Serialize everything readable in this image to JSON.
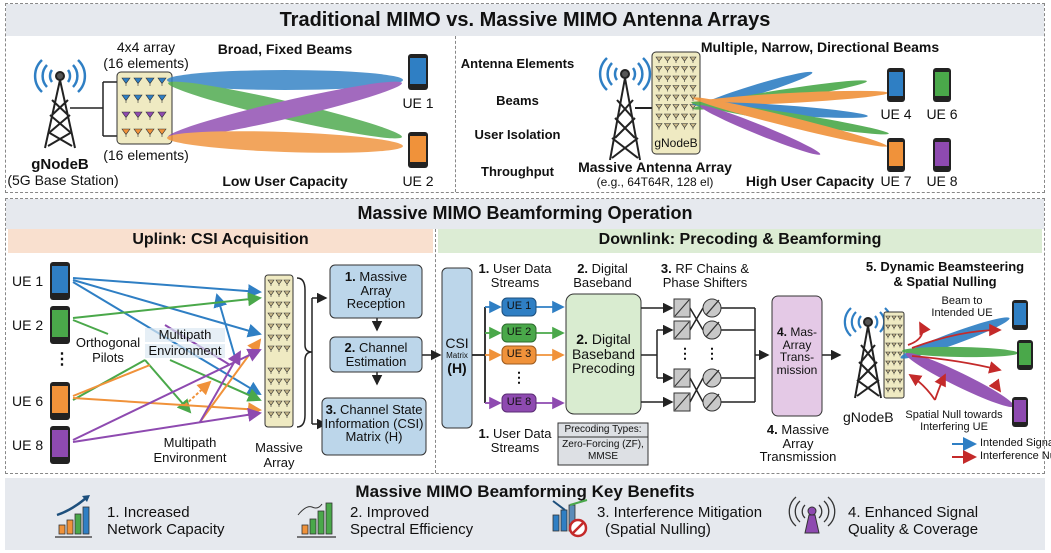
{
  "colors": {
    "blue": "#2f7fc4",
    "green": "#4aa84a",
    "orange": "#f0923a",
    "purple": "#8e4ab0",
    "red": "#c42a2a",
    "header_bg": "#e6e9ee",
    "uplink_bg": "#f9e0cf",
    "downlink_bg": "#dcecd4",
    "process_box": "#bcd6ea",
    "precoding_box": "#d9ecd0",
    "transmission_box": "#e4c9e6",
    "array_bg": "#efeac2"
  },
  "section1": {
    "title": "Traditional MIMO vs. Massive MIMO Antenna Arrays",
    "traditional": {
      "array_label_top_1": "4x4 array",
      "array_label_top_2": "(16 elements)",
      "array_label_bottom": "(16 elements)",
      "station_name": "gNodeB",
      "station_desc": "(5G Base Station)",
      "beams_title": "Broad, Fixed Beams",
      "capacity_label": "Low User Capacity",
      "ue_labels": [
        "UE 1",
        "UE 2"
      ]
    },
    "massive": {
      "row_labels": [
        "Antenna Elements",
        "Beams",
        "User Isolation",
        "Throughput"
      ],
      "array_inner_label": "gNodeB",
      "array_title": "Massive Antenna Array",
      "array_subtitle": "(e.g., 64T64R, 128 el)",
      "beams_title": "Multiple, Narrow, Directional Beams",
      "capacity_label": "High User Capacity",
      "ue_labels": [
        "UE 4",
        "UE 6",
        "UE 7",
        "UE 8"
      ]
    }
  },
  "section2": {
    "title": "Massive MIMO Beamforming Operation",
    "uplink": {
      "title": "Uplink: CSI Acquisition",
      "ue_labels": [
        "UE 1",
        "UE 2",
        "UE 6",
        "UE 8"
      ],
      "ellipsis": "⋮",
      "pilots_label_1": "Orthogonal",
      "pilots_label_2": "Pilots",
      "multipath_top_1": "Multipath",
      "multipath_top_2": "Environment",
      "multipath_bottom_1": "Multipath",
      "multipath_bottom_2": "Environment",
      "array_label_1": "Massive",
      "array_label_2": "Array",
      "steps": [
        {
          "num": "1.",
          "lines": [
            "Massive",
            "Array",
            "Reception"
          ]
        },
        {
          "num": "2.",
          "lines": [
            "Channel",
            "Estimation"
          ]
        },
        {
          "num": "3.",
          "lines": [
            "Channel State",
            "Information (CSI)",
            "Matrix (H)"
          ]
        }
      ]
    },
    "downlink": {
      "title": "Downlink: Precoding & Beamforming",
      "csi_label_1": "CSI",
      "csi_label_2": "Matrix",
      "csi_label_3": "(H)",
      "streams_title_num": "1.",
      "streams_title_1": "User Data",
      "streams_title_2": "Streams",
      "stream_labels": [
        "UE 1",
        "UE 2",
        "UE 3",
        "UE 8"
      ],
      "baseband_title_num": "2.",
      "baseband_title_1": "Digital",
      "baseband_title_2": "Baseband",
      "precoding_box_num": "2.",
      "precoding_box_lines": [
        "Digital",
        "Baseband",
        "Precoding"
      ],
      "precoding_types_title": "Precoding Types:",
      "precoding_types_1": "Zero-Forcing (ZF),",
      "precoding_types_2": "MMSE",
      "rf_title_num": "3.",
      "rf_title_1": "RF Chains &",
      "rf_title_2": "Phase Shifters",
      "transmission_box_num": "4.",
      "transmission_box_lines": [
        "Mas-",
        "Array",
        "Trans-",
        "mission"
      ],
      "transmission_label_num": "4.",
      "transmission_label_lines": [
        "Massive",
        "Array",
        "Transmission"
      ],
      "steering_title_1": "5. Dynamic Beamsteering",
      "steering_title_2": "& Spatial Nulling",
      "beam_intended_1": "Beam to",
      "beam_intended_2": "Intended UE",
      "station_label": "gNodeB",
      "null_label_1": "Spatial Null towards",
      "null_label_2": "Interfering UE",
      "legend": [
        {
          "label": "Intended Signal",
          "color": "#2f7fc4"
        },
        {
          "label": "Interference Nulling",
          "color": "#c42a2a"
        }
      ]
    }
  },
  "section3": {
    "title": "Massive MIMO Beamforming Key Benefits",
    "benefits": [
      {
        "icon": "rising-bar-chart-icon",
        "line1": "1. Increased",
        "line2": "Network Capacity"
      },
      {
        "icon": "spectrum-bar-chart-icon",
        "line1": "2. Improved",
        "line2": "Spectral Efficiency"
      },
      {
        "icon": "interference-block-icon",
        "line1": "3. Interference Mitigation",
        "line2": "(Spatial Nulling)"
      },
      {
        "icon": "signal-tower-icon",
        "line1": "4. Enhanced Signal",
        "line2": "Quality & Coverage"
      }
    ]
  }
}
